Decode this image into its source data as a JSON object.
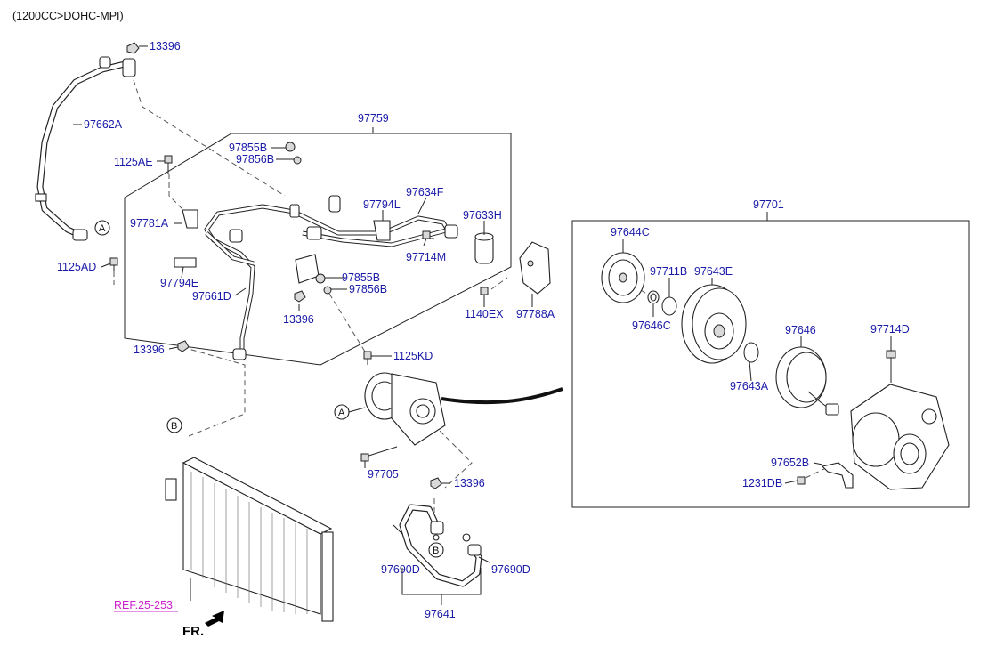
{
  "header": {
    "engine_label": "(1200CC>DOHC-MPI)"
  },
  "callouts": {
    "c_13396_top": "13396",
    "c_97662a": "97662A",
    "c_1125ae": "1125AE",
    "c_97759": "97759",
    "c_97855b_top": "97855B",
    "c_97856b_top": "97856B",
    "c_97781a": "97781A",
    "c_97794l": "97794L",
    "c_97634f": "97634F",
    "c_97633h": "97633H",
    "c_97714m": "97714M",
    "c_1125ad": "1125AD",
    "c_97794e": "97794E",
    "c_97661d": "97661D",
    "c_97855b_mid": "97855B",
    "c_97856b_mid": "97856B",
    "c_13396_mid": "13396",
    "c_1140ex": "1140EX",
    "c_97788a": "97788A",
    "c_13396_left": "13396",
    "c_1125kd": "1125KD",
    "c_97705": "97705",
    "c_13396_low": "13396",
    "c_97690d_left": "97690D",
    "c_97690d_right": "97690D",
    "c_97641": "97641",
    "c_97701": "97701",
    "c_97644c": "97644C",
    "c_97711b": "97711B",
    "c_97643e": "97643E",
    "c_97646c": "97646C",
    "c_97646": "97646",
    "c_97714d": "97714D",
    "c_97643a": "97643A",
    "c_97652b": "97652B",
    "c_1231db": "1231DB"
  },
  "connectors": {
    "a_top": "A",
    "a_low": "A",
    "b_left": "B",
    "b_low": "B"
  },
  "reference": {
    "ref_label": "REF.25-253"
  },
  "direction": {
    "front_label": "FR."
  },
  "colors": {
    "callout_text": "#1a1aa8",
    "reference_text": "#cc22cc",
    "line_art": "#222222"
  }
}
